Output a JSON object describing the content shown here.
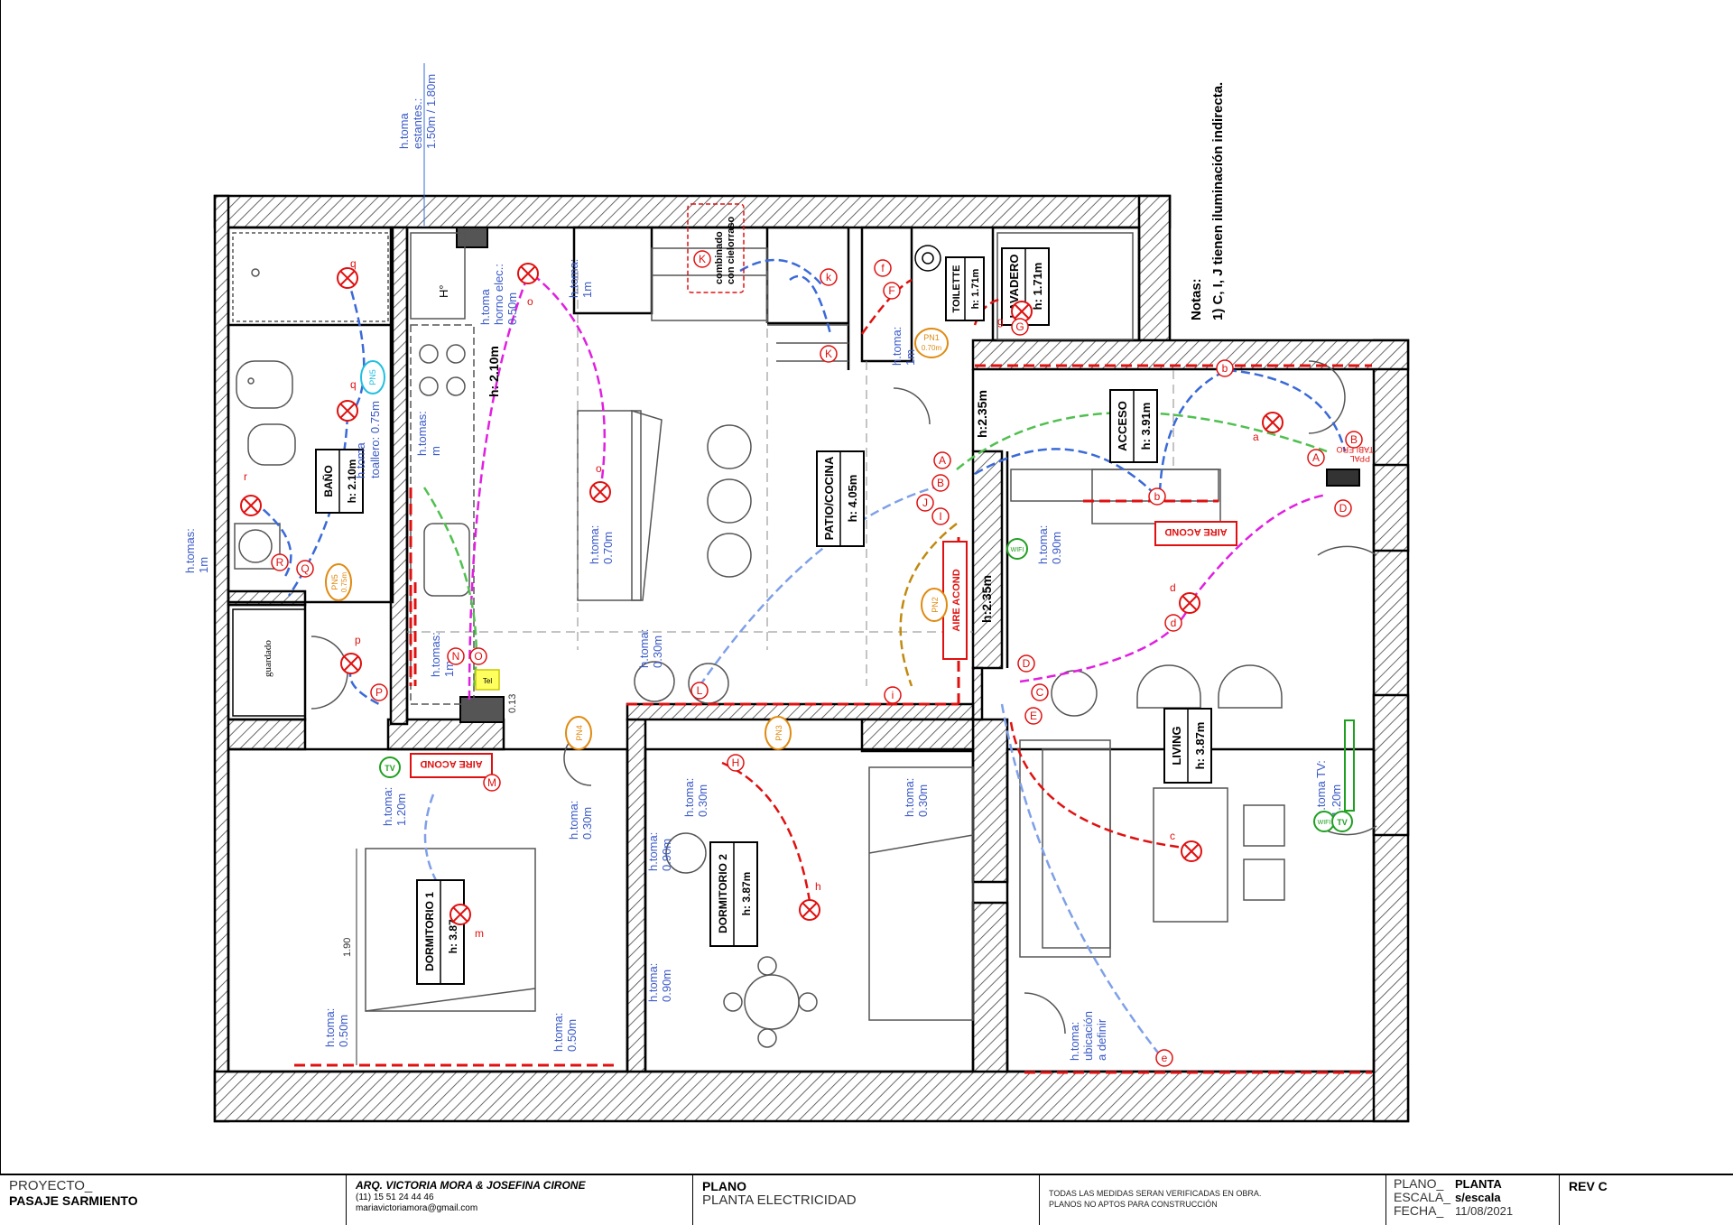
{
  "rooms": {
    "bano": {
      "name": "BAÑO",
      "height": "h: 2.10m"
    },
    "patio": {
      "name": "PATIO/COCINA",
      "height": "h: 4.05m"
    },
    "acceso": {
      "name": "ACCESO",
      "height": "h: 3.91m"
    },
    "living": {
      "name": "LIVING",
      "height": "h: 3.87m"
    },
    "dorm1": {
      "name": "DORMITORIO 1",
      "height": "h: 3.87m"
    },
    "dorm2": {
      "name": "DORMITORIO 2",
      "height": "h: 3.87m"
    },
    "toilette": {
      "name": "TOILETTE",
      "height": "h: 1.71m"
    },
    "lavadero": {
      "name": "LAVADERO",
      "height": "h: 1.71m"
    }
  },
  "notes": {
    "title": "Notas:",
    "line1": "1) C, I, J tienen iluminación indirecta."
  },
  "heights": {
    "estantes": [
      "h.toma",
      "estantes.:",
      "1.50m / 1.80m"
    ],
    "horno": [
      "h.toma",
      "horno elec.:",
      "0.50m"
    ],
    "cocina": "h: 2.10m",
    "acc1": "h:2.35m",
    "acc2": "h:2.35m",
    "toallero": [
      "h.toma",
      "toallero: 0.75m"
    ],
    "bano_tomas": [
      "h.tomas:",
      "1m"
    ],
    "cocina_tomas": [
      "h.tomas:",
      "m"
    ],
    "cocina_tomas2": [
      "h.tomas:",
      "1m"
    ],
    "isla": [
      "h.toma:",
      "0.70m"
    ],
    "patio_toma": [
      "h.toma:",
      "0.30m"
    ],
    "living_toma": [
      "h.toma:",
      "0.90m"
    ],
    "tv_living": [
      "h.toma  TV:",
      "1.20m"
    ],
    "tv_dorm1": [
      "h.toma:",
      "1.20m"
    ],
    "dorm1_a": [
      "h.toma:",
      "0.30m"
    ],
    "dorm1_b": [
      "h.toma:",
      "0.50m"
    ],
    "dorm1_c": [
      "h.toma:",
      "0.50m"
    ],
    "dorm2_a": [
      "h.toma:",
      "0.30m"
    ],
    "dorm2_b": [
      "h.toma:",
      "0.90m"
    ],
    "dorm2_c": [
      "h.toma:",
      "0.90m"
    ],
    "dorm2_d": [
      "h.toma:",
      "0.30m"
    ],
    "living_e": [
      "h.toma:",
      "ubicación",
      "a definir"
    ],
    "toilette_toma": [
      "h.toma:",
      "1m"
    ],
    "lav_toma": [
      "h.toma:",
      "1m"
    ],
    "pn1_h": "0.70m",
    "pn5_h": "0.75m",
    "dim_190": "1.90",
    "dim_013": "0.13"
  },
  "panels": [
    "PN1",
    "PN2",
    "PN3",
    "PN4",
    "PN5"
  ],
  "labels": {
    "guardado": "guardado",
    "horno": "H°",
    "combinado": [
      "combinado",
      "con cielorraso"
    ],
    "tablero": [
      "TABLERO",
      "PPAL"
    ],
    "aire": "AIRE ACOND",
    "wifi": "WIFI",
    "tv": "TV",
    "tel": "Tel"
  },
  "lights": {
    "q1": "q",
    "q2": "q",
    "r": "r",
    "p": "p",
    "o": "o",
    "o2": "o",
    "k": "k",
    "f": "f",
    "g": "g",
    "a": "a",
    "b": "b",
    "c": "c",
    "d": "d",
    "e": "e",
    "h": "h",
    "m": "m",
    "i": "i"
  },
  "switches": {
    "Q": "Q",
    "R": "R",
    "P": "P",
    "N": "N",
    "O": "O",
    "K": "K",
    "K2": "K",
    "F": "F",
    "G": "G",
    "A": "A",
    "B": "B",
    "A2": "A",
    "B2": "B",
    "J": "J",
    "I": "I",
    "D": "D",
    "D2": "D",
    "C": "C",
    "E": "E",
    "H": "H",
    "M": "M",
    "L": "L"
  },
  "titleblock": {
    "proyecto_label": "PROYECTO_",
    "proyecto": "PASAJE SARMIENTO",
    "arq": "ARQ. VICTORIA MORA & JOSEFINA CIRONE",
    "tel": "(11) 15 51 24 44 46",
    "email": "mariavictoriamora@gmail.com",
    "plano_label": "PLANO",
    "plano": "PLANTA ELECTRICIDAD",
    "nota1": "TODAS LAS MEDIDAS SERAN VERIFICADAS EN OBRA.",
    "nota2": "PLANOS NO APTOS PARA CONSTRUCCIÓN",
    "plano_l": "PLANO_",
    "plano_v": "PLANTA",
    "escala_l": "ESCALA_",
    "escala_v": "s/escala",
    "fecha_l": "FECHA_",
    "fecha_v": "11/08/2021",
    "rev": "REV C"
  },
  "colors": {
    "red": "#e01010",
    "magenta": "#e020e0",
    "blue": "#3a6ad8",
    "lightblue": "#7fa0e8",
    "green": "#50c050",
    "orange": "#e08a10",
    "cyan": "#20c0e0",
    "hatch": "#555555"
  }
}
